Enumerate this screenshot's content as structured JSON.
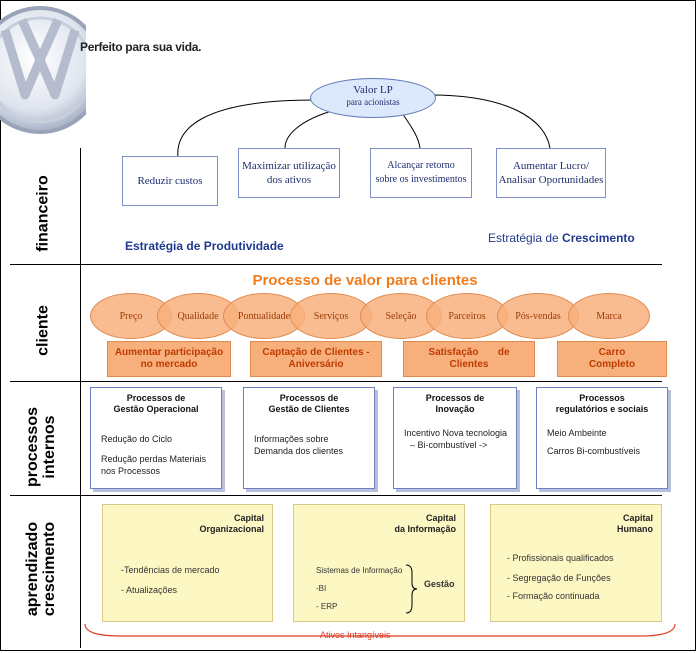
{
  "brand": {
    "logo_name": "VW",
    "slogan": "Perfeito para sua vida."
  },
  "top": {
    "oval_line1": "Valor LP",
    "oval_line2": "para acionistas"
  },
  "side_labels": {
    "financeiro": "financeiro",
    "cliente": "cliente",
    "processos": [
      "processos",
      "internos"
    ],
    "aprendizado": [
      "aprendizado",
      "crescimento"
    ]
  },
  "financial_boxes": [
    {
      "lines": [
        "Reduzir custos"
      ]
    },
    {
      "lines": [
        "Maximizar utilização",
        "dos ativos"
      ]
    },
    {
      "lines": [
        "Alcançar retorno",
        "sobre os investimentos"
      ]
    },
    {
      "lines": [
        "Aumentar Lucro/",
        "Analisar Oportunidades"
      ]
    }
  ],
  "strategy": {
    "left": "Estratégia de Produtividade",
    "right_prefix": "Estratégia de ",
    "right_bold": "Crescimento"
  },
  "customer": {
    "title": "Processo de valor para clientes",
    "ellipses": [
      "Preço",
      "Qualidade",
      "Pontualidade",
      "Serviços",
      "Seleção",
      "Parceiros",
      "Pós-vendas",
      "Marca"
    ],
    "bars": [
      {
        "lines": [
          "Aumentar participação",
          "no mercado"
        ]
      },
      {
        "lines": [
          "Captação de Clientes -",
          "Aniversário"
        ]
      },
      {
        "lines": [
          "Satisfação       de",
          "Clientes"
        ]
      },
      {
        "lines": [
          "Carro",
          "Completo"
        ]
      }
    ]
  },
  "processes": [
    {
      "title": [
        "Processos de",
        "Gestão Operacional"
      ],
      "items": [
        "Redução do Ciclo",
        "Redução perdas Materiais",
        "nos Processos"
      ]
    },
    {
      "title": [
        "Processos de",
        "Gestão de Clientes"
      ],
      "items": [
        "Informações sobre",
        "Demanda dos clientes"
      ]
    },
    {
      "title": [
        "Processos de",
        "Inovação"
      ],
      "items": [
        "Incentivo Nova tecnologia",
        "– Bi-combustível ->"
      ]
    },
    {
      "title": [
        "Processos",
        "regulatórios e sociais"
      ],
      "items": [
        "Meio Ambeinte",
        "Carros Bi-combustíveis"
      ]
    }
  ],
  "capital": [
    {
      "title": [
        "Capital",
        "Organizacional"
      ],
      "items": [
        "-Tendências de mercado",
        "- Atualizações"
      ]
    },
    {
      "title": [
        "Capital",
        "da Informação"
      ],
      "items": [
        "Sistemas de Informação",
        "-BI",
        "- ERP"
      ],
      "brace_label": "Gestão"
    },
    {
      "title": [
        "Capital",
        "Humano"
      ],
      "items": [
        "- Profissionais qualificados",
        "-  Segregação de Funções",
        "- Formação continuada"
      ]
    }
  ],
  "footer": {
    "label": "Ativos Intangíveis"
  },
  "colors": {
    "accent_orange": "#f07c1c",
    "navy": "#1f3a8f",
    "ellipse_fill": "#f7b07c",
    "capital_fill": "#fdf7c4"
  }
}
